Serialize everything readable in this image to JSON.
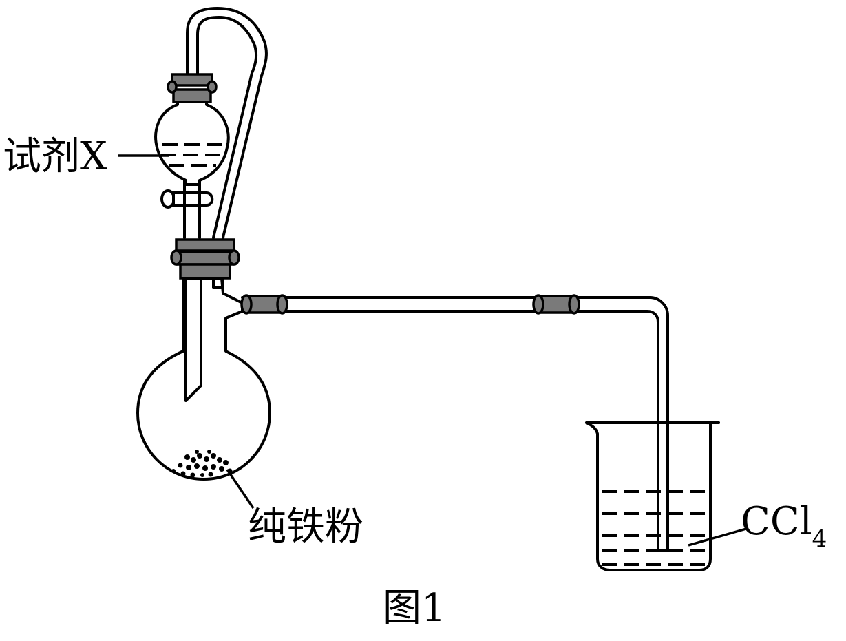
{
  "labels": {
    "reagent": "试剂X",
    "iron": "纯铁粉",
    "solvent_base": "CCl",
    "solvent_sub": "4",
    "caption": "图1"
  }
}
